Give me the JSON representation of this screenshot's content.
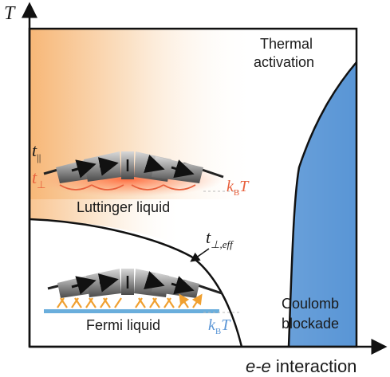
{
  "axes": {
    "y_label": "T",
    "x_label_italic": "e-e",
    "x_label_rest": " interaction"
  },
  "regions": {
    "thermal_line1": "Thermal",
    "thermal_line2": "activation",
    "coulomb_line1": "Coulomb",
    "coulomb_line2": "blockade",
    "luttinger": "Luttinger liquid",
    "fermi": "Fermi liquid"
  },
  "symbols": {
    "t_parallel": "t",
    "t_parallel_sub": "||",
    "t_perp": "t",
    "t_perp_sub": "⊥",
    "t_perp_eff": "t",
    "t_perp_eff_sub": "⊥,eff",
    "kbT_upper_k": "k",
    "kbT_upper_B": "B",
    "kbT_upper_T": "T",
    "kbT_lower_k": "k",
    "kbT_lower_B": "B",
    "kbT_lower_T": "T"
  },
  "colors": {
    "luttinger_region": "#f8c08a",
    "coulomb_region": "#5b96d6",
    "t_perp_color": "#e8603c",
    "kbT_upper_color": "#e8603c",
    "kbT_lower_color": "#5b96d6",
    "hopping_arrows": "#f0a030",
    "fermi_bar": "#6aaedc"
  }
}
